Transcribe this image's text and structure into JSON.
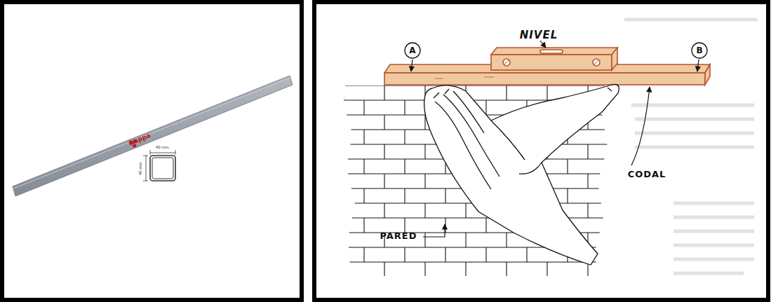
{
  "diagram": {
    "nodes": [
      {
        "text": [
          "A"
        ]
      },
      {
        "text": [
          "B"
        ]
      }
    ],
    "labels": [
      "kappa",
      "40 mm.",
      "40 mm.",
      "NIVEL",
      "CODAL",
      "PARED"
    ]
  }
}
